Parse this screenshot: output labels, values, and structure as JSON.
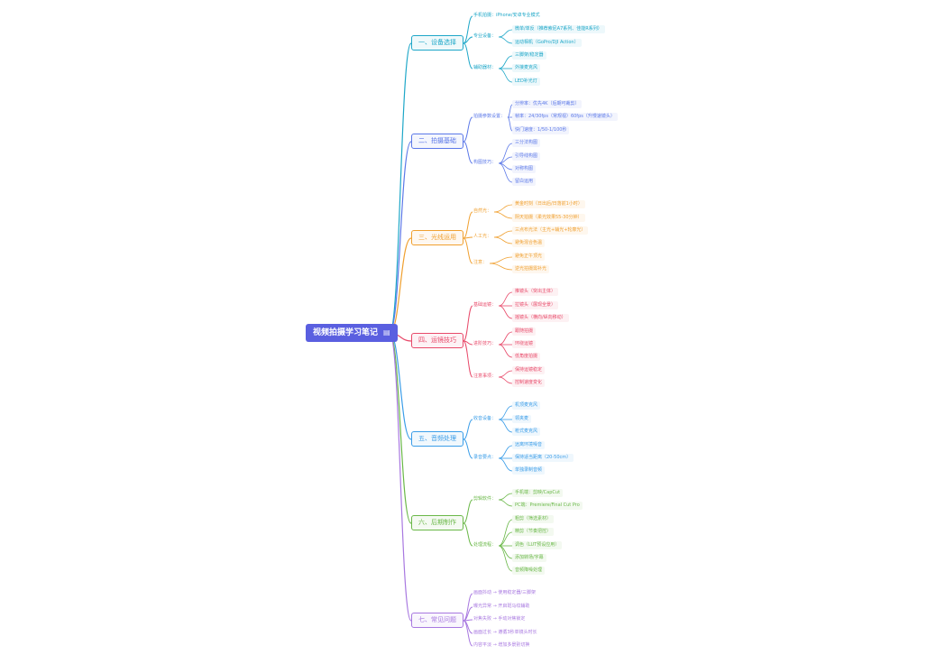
{
  "root": {
    "title": "视频拍摄学习笔记",
    "icon": "document-icon"
  },
  "sections": [
    {
      "title": "一、设备选择",
      "color": "#1ea7c8",
      "groups": [
        {
          "label": "手机拍摄：iPhone/安卓专业模式",
          "items": []
        },
        {
          "label": "专业设备：",
          "items": [
            "微单/单反（推荐索尼A7系列、佳能R系列）",
            "运动相机（GoPro/DJI Action）"
          ]
        },
        {
          "label": "辅助器材：",
          "items": [
            "三脚架/稳定器",
            "外接麦克风",
            "LED补光灯"
          ]
        }
      ]
    },
    {
      "title": "二、拍摄基础",
      "color": "#5b78e8",
      "groups": [
        {
          "label": "拍摄参数设置：",
          "items": [
            "分辨率：优先4K（后期可裁剪）",
            "帧率：24/30fps（常规视）60fps（升慢速镜头）",
            "快门速度：1/50-1/100秒"
          ]
        },
        {
          "label": "构图技巧：",
          "items": [
            "三分法构图",
            "引导线构图",
            "对称构图",
            "留白运用"
          ]
        }
      ]
    },
    {
      "title": "三、光线运用",
      "color": "#f0a030",
      "groups": [
        {
          "label": "自然光：",
          "items": [
            "黄金时刻（日出后/日落前1小时）",
            "阴天拍摄（柔光效果55-30分钟）"
          ]
        },
        {
          "label": "人工光：",
          "items": [
            "三点布光法（主光+辅光+轮廓光）",
            "避免混合色温"
          ]
        },
        {
          "label": "注意：",
          "items": [
            "避免正午顶光",
            "逆光拍摄需补光"
          ]
        }
      ]
    },
    {
      "title": "四、运镜技巧",
      "color": "#e84a6a",
      "groups": [
        {
          "label": "基础运镜：",
          "items": [
            "推镜头（突出主体）",
            "拉镜头（展现全景）",
            "摇镜头（横向/纵向移动）"
          ]
        },
        {
          "label": "进阶技巧：",
          "items": [
            "跟随拍摄",
            "环绕运镜",
            "低角度拍摄"
          ]
        },
        {
          "label": "注意事项：",
          "items": [
            "保持运镜稳定",
            "控制速度变化"
          ]
        }
      ]
    },
    {
      "title": "五、音频处理",
      "color": "#3a9de8",
      "groups": [
        {
          "label": "收音设备：",
          "items": [
            "机顶麦克风",
            "领夹麦",
            "枪式麦克风"
          ]
        },
        {
          "label": "录音要点：",
          "items": [
            "远离环境噪音",
            "保持适当距离（20-50cm）",
            "单独录制音频"
          ]
        }
      ]
    },
    {
      "title": "六、后期制作",
      "color": "#6ab848",
      "groups": [
        {
          "label": "剪辑软件：",
          "items": [
            "手机端：剪映/CapCut",
            "PC端：Premiere/Final Cut Pro"
          ]
        },
        {
          "label": "处理流程：",
          "items": [
            "粗剪（筛选素材）",
            "精剪（节奏把控）",
            "调色（LUT预设应用）",
            "添加转场/字幕",
            "音频降噪处理"
          ]
        }
      ]
    },
    {
      "title": "七、常见问题",
      "color": "#a878e0",
      "groups": [
        {
          "label": "画面抖动 → 使用稳定器/三脚架",
          "items": []
        },
        {
          "label": "曝光异常 → 开启斑马纹辅助",
          "items": []
        },
        {
          "label": "对焦失败 → 手动对焦锁定",
          "items": []
        },
        {
          "label": "画面过长 → 遵循3秒单镜头时长",
          "items": []
        },
        {
          "label": "内容平淡 → 增加多景别切换",
          "items": []
        }
      ]
    }
  ]
}
